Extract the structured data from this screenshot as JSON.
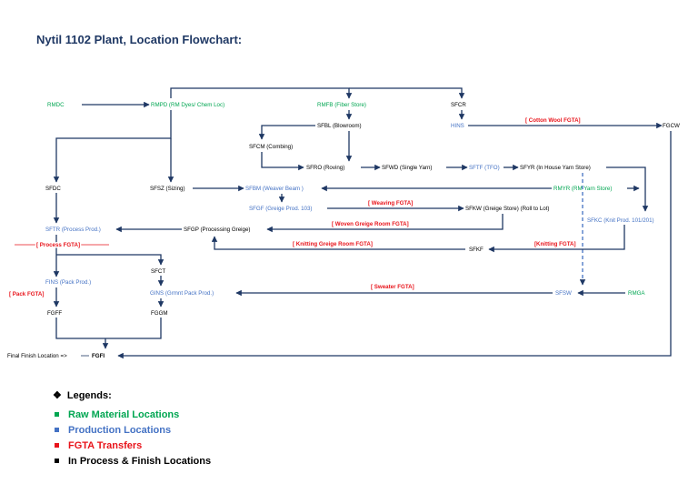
{
  "title": "Nytil 1102 Plant, Location Flowchart:",
  "colors": {
    "raw": "#00a651",
    "prod": "#4472c4",
    "fgta": "#e8141b",
    "finish": "#000000",
    "line": "#1f3864"
  },
  "nodes": {
    "RMDC": "RMDC",
    "RMPD": "RMPD (RM Dyes/ Chem Loc)",
    "RMFB": "RMFB (Fiber Store)",
    "SFCR": "SFCR",
    "HINS": "HINS",
    "FGCW": "FGCW",
    "SFBL": "SFBL (Blowroom)",
    "SFCM": "SFCM (Combing)",
    "SFRO": "SFRO (Roving)",
    "SFWD": "SFWD (Single Yarn)",
    "SFTF": "SFTF (TFO)",
    "SFYR": "SFYR (In House Yarn Store)",
    "SFDC": "SFDC",
    "SFSZ": "SFSZ (Sizing)",
    "SFBM": "SFBM (Weaver Beam )",
    "RMYR": "RMYR (RM Yarn Store)",
    "SFGF": "SFGF (Greige Prod. 103)",
    "SFKW": "SFKW (Greige Store) (Roll to Lot)",
    "SFKC": "SFKC (Knit Prod. 101/201)",
    "SFTR": "SFTR (Process Prod.)",
    "SFGP": "SFGP (Processing Greige)",
    "SFKF": "SFKF",
    "SFCT": "SFCT",
    "FINS": "FINS (Pack Prod.)",
    "GINS": "GINS (Grmnt Pack Prod.)",
    "SFSW": "SFSW",
    "RMGA": "RMGA",
    "FGFF": "FGFF",
    "FGGM": "FGGM",
    "FGFI": "FGFI",
    "final_label": "Final Finish Location =>"
  },
  "transfers": {
    "cotton_wool": "[ Cotton Wool FGTA]",
    "weaving": "[ Weaving FGTA]",
    "woven_greige": "[ Woven Greige Room FGTA]",
    "knitting_greige": "[ Knitting Greige Room FGTA]",
    "knitting": "[Knitting FGTA]",
    "process": "[ Process FGTA]",
    "pack": "[ Pack FGTA]",
    "sweater": "[ Sweater FGTA]"
  },
  "legend": {
    "heading": "Legends:",
    "items": [
      {
        "label": "Raw Material Locations",
        "color": "#00a651"
      },
      {
        "label": "Production Locations",
        "color": "#4472c4"
      },
      {
        "label": "FGTA Transfers",
        "color": "#e8141b"
      },
      {
        "label": "In Process & Finish Locations",
        "color": "#000000"
      }
    ]
  }
}
